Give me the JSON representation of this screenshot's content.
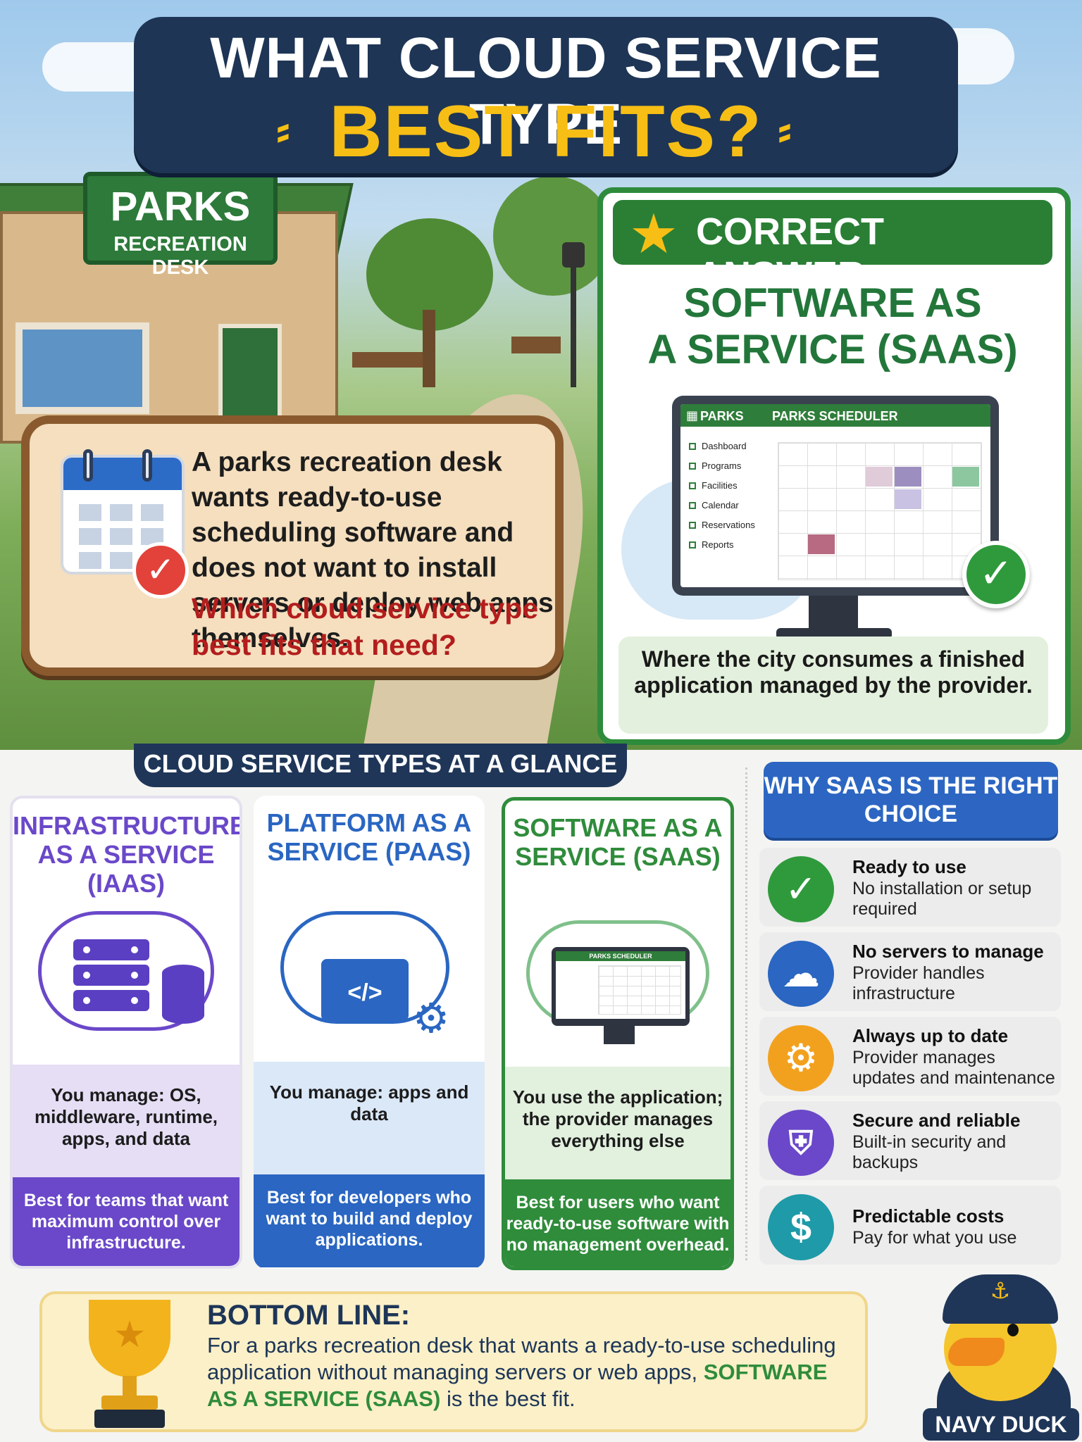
{
  "title": {
    "line1": "WHAT CLOUD SERVICE TYPE",
    "line2": "BEST FITS?"
  },
  "parks_sign": {
    "title": "PARKS",
    "subtitle": "RECREATION DESK"
  },
  "scenario": {
    "text": "A parks recreation desk wants ready-to-use scheduling software and does not want to install servers or deploy web apps themselves.",
    "question": "Which cloud service type best fits that need?"
  },
  "answer": {
    "header": "CORRECT ANSWER",
    "title_line1": "SOFTWARE AS",
    "title_line2": "A SERVICE (SAAS)",
    "note": "Where the city consumes a finished application managed by the provider.",
    "screen": {
      "brand": "PARKS",
      "title": "PARKS SCHEDULER",
      "menu": [
        "Dashboard",
        "Programs",
        "Facilities",
        "Calendar",
        "Reservations",
        "Reports"
      ]
    }
  },
  "glance": {
    "label": "CLOUD SERVICE TYPES AT A GLANCE"
  },
  "columns": {
    "iaas": {
      "title": "INFRASTRUCTURE AS A SERVICE (IAAS)",
      "manage": "You manage: OS, middleware, runtime, apps, and data",
      "best": "Best for teams that want maximum control over infrastructure.",
      "color": "#6a48c9"
    },
    "paas": {
      "title": "PLATFORM AS A SERVICE (PAAS)",
      "manage": "You manage: apps and data",
      "best": "Best for developers who want to build and deploy applications.",
      "code_glyph": "</>",
      "color": "#2a66c2"
    },
    "saas": {
      "title": "SOFTWARE AS A SERVICE (SAAS)",
      "manage": "You use the application; the provider manages everything else",
      "best": "Best for users who want ready-to-use software with no management overhead.",
      "screen_title": "PARKS SCHEDULER",
      "color": "#2f8c3b"
    }
  },
  "why": {
    "header": "WHY SAAS IS THE RIGHT CHOICE",
    "items": [
      {
        "title": "Ready to use",
        "desc": "No installation or setup required",
        "icon": "check-icon",
        "color": "#2f9a3c"
      },
      {
        "title": "No servers to manage",
        "desc": "Provider handles infrastructure",
        "icon": "cloud-icon",
        "color": "#2a66c2"
      },
      {
        "title": "Always up to date",
        "desc": "Provider manages updates and maintenance",
        "icon": "gear-icon",
        "color": "#f2a11f"
      },
      {
        "title": "Secure and reliable",
        "desc": "Built-in security and backups",
        "icon": "shield-icon",
        "color": "#6a48c9"
      },
      {
        "title": "Predictable costs",
        "desc": "Pay for what you use",
        "icon": "dollar-icon",
        "color": "#1e9aa8"
      }
    ]
  },
  "bottom": {
    "title": "BOTTOM LINE:",
    "text_before": "For a parks recreation desk that wants a ready-to-use scheduling application without managing servers or web apps,",
    "highlight": "SOFTWARE AS A SERVICE (SAAS)",
    "text_after": "is the best fit."
  },
  "mascot": {
    "label": "NAVY DUCK"
  }
}
